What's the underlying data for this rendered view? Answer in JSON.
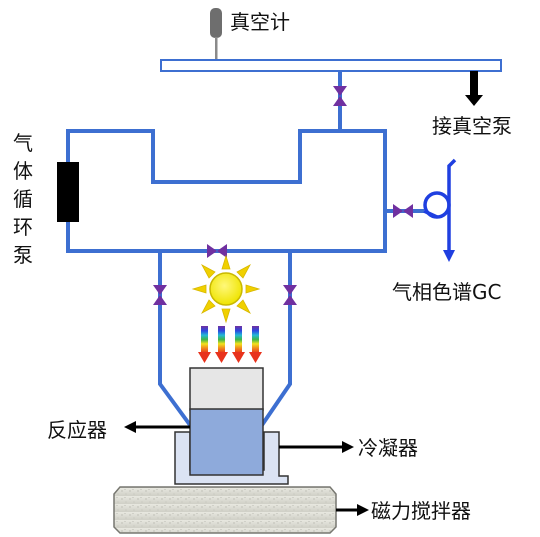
{
  "labels": {
    "vacuum_gauge": "真空计",
    "vacuum_pump": "接真空泵",
    "circulation_pump": [
      "气",
      "体",
      "循",
      "环",
      "泵"
    ],
    "gc": "气相色谱GC",
    "reactor": "反应器",
    "condenser": "冷凝器",
    "stirrer": "磁力搅拌器"
  },
  "colors": {
    "pipe": "#3d6fd1",
    "valve": "#7030a0",
    "gc_arrow": "#1f3fe0",
    "sun_fill": "#f2ee1c",
    "sun_rays": "#f0d000",
    "pointer": "#000000",
    "liquid": "#8eaadb",
    "reactor_top": "#e6e6e6",
    "condenser_fill": "#dbe3f3",
    "stirrer_fill": "#dcdcd4",
    "light_gradient": [
      "#7030a0",
      "#2a49e0",
      "#22b8d8",
      "#3bb54a",
      "#f2e21c",
      "#f08a1c",
      "#e8321c"
    ]
  },
  "icons": {
    "sun": "sun-icon",
    "light_beam": "light-beam-icon",
    "valve": "valve-icon",
    "coil": "coil-icon",
    "pump": "pump-icon"
  }
}
